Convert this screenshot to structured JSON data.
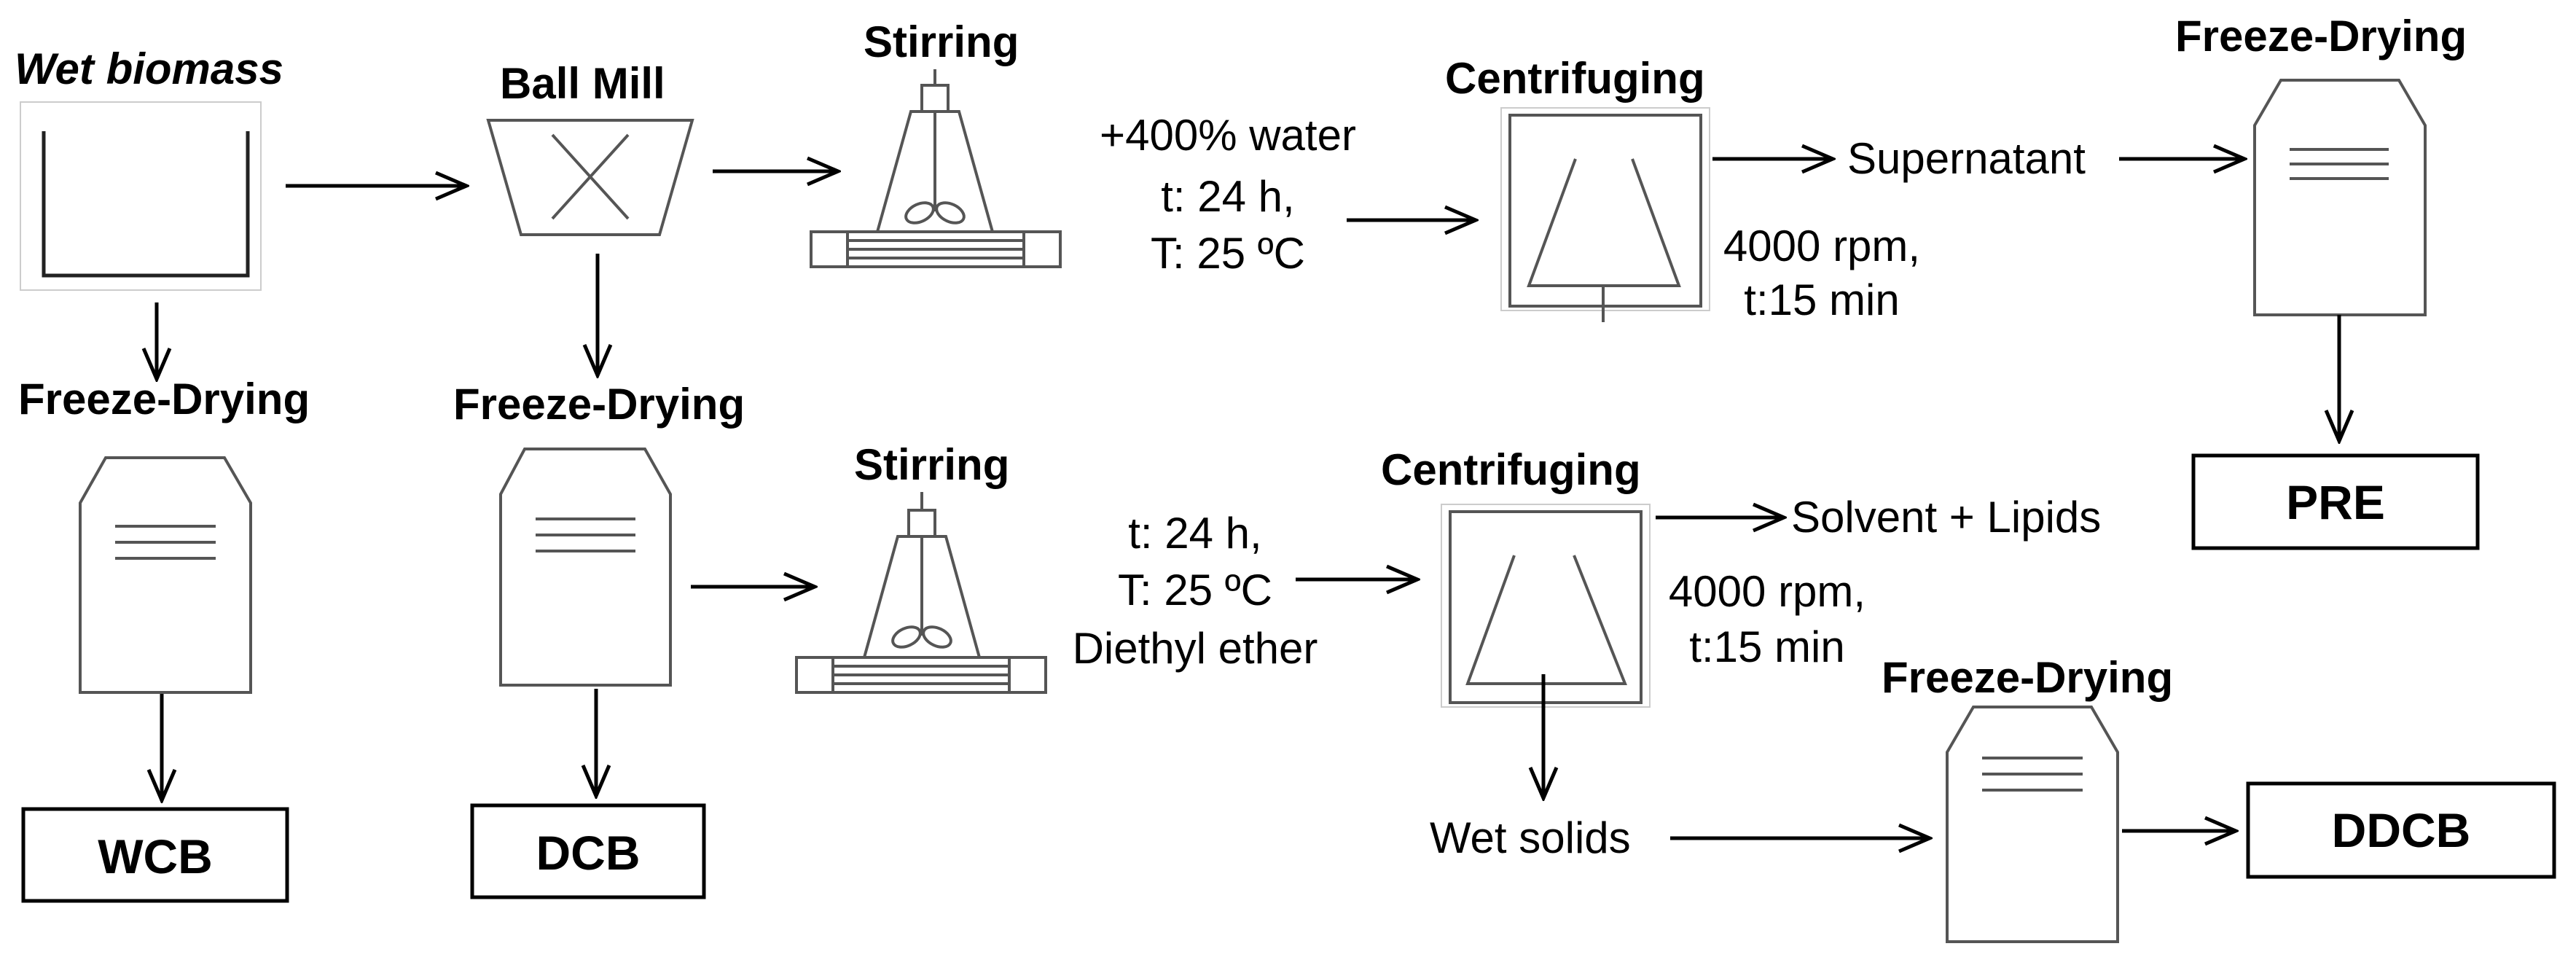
{
  "labels": {
    "wet_biomass": "Wet biomass",
    "ball_mill": "Ball Mill",
    "stirring": "Stirring",
    "centrifuging": "Centrifuging",
    "freeze_drying": "Freeze-Drying",
    "water_cond_1": "+400% water",
    "water_cond_2": "t: 24 h,",
    "water_cond_3": "T: 25 ºC",
    "spin_1": "4000 rpm,",
    "spin_2": "t:15 min",
    "supernatant": "Supernatant",
    "ether_cond_1": "t: 24 h,",
    "ether_cond_2": "T: 25 ºC",
    "ether_cond_3": "Diethyl ether",
    "solvent_lipids": "Solvent + Lipids",
    "wet_solids": "Wet solids"
  },
  "products": {
    "wcb": "WCB",
    "dcb": "DCB",
    "pre": "PRE",
    "ddcb": "DDCB"
  }
}
